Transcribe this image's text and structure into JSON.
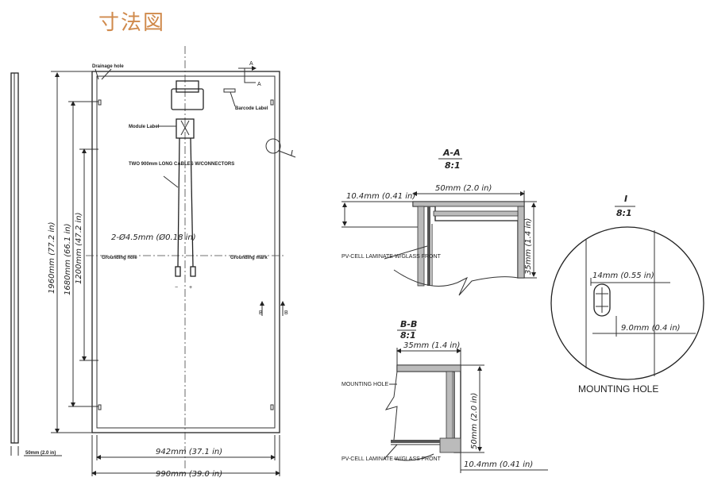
{
  "title": "寸法図",
  "front_view": {
    "drainage_hole": "Drainage hole",
    "section_a_marker": "A",
    "section_b_marker": "B",
    "barcode_label": "Barcode Label",
    "module_label": "Module Label",
    "cables_note": "TWO 900mm LONG CABLES W/CONNECTORS",
    "grounding_hole": "Grounding hole",
    "grounding_mark": "Grounding mark",
    "hole_dia": "2-Ø4.5mm (Ø0.18 in)",
    "detail_marker": "I",
    "dim_length": "1960mm (77.2 in)",
    "dim_1680": "1680mm (66.1 in)",
    "dim_1200": "1200mm (47.2 in)",
    "dim_942": "942mm (37.1 in)",
    "dim_990": "990mm (39.0 in)",
    "dim_frame_50": "50mm (2.0 in)",
    "minus": "−",
    "plus": "+"
  },
  "section_aa": {
    "title": "A-A",
    "scale": "8:1",
    "dim_10_4": "10.4mm (0.41 in)",
    "dim_50": "50mm (2.0 in)",
    "dim_35": "35mm (1.4 in)",
    "laminate": "PV-CELL LAMINATE W/GLASS FRONT"
  },
  "section_bb": {
    "title": "B-B",
    "scale": "8:1",
    "dim_35": "35mm (1.4 in)",
    "dim_50": "50mm (2.0 in)",
    "dim_10_4": "10.4mm (0.41 in)",
    "mounting_hole": "MOUNTING HOLE",
    "laminate": "PV-CELL LAMINATE W/GLASS FRONT"
  },
  "detail_i": {
    "title": "I",
    "scale": "8:1",
    "dim_14": "14mm (0.55 in)",
    "dim_9": "9.0mm (0.4 in)",
    "caption": "MOUNTING HOLE"
  }
}
